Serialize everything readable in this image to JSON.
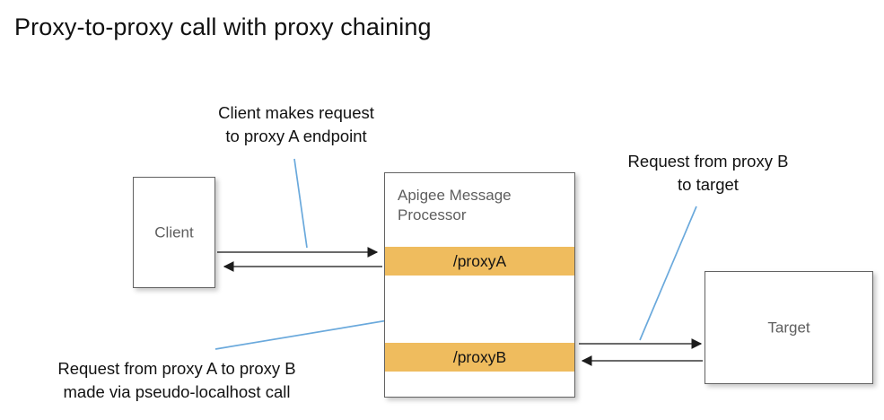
{
  "title": "Proxy-to-proxy call with proxy chaining",
  "nodes": {
    "client": {
      "label": "Client"
    },
    "target": {
      "label": "Target"
    },
    "message_processor": {
      "label": "Apigee Message\nProcessor",
      "bands": [
        {
          "label": "/proxyA"
        },
        {
          "label": "/proxyB"
        }
      ]
    }
  },
  "annotations": [
    {
      "id": "client-request",
      "text": "Client makes request\nto proxy A endpoint"
    },
    {
      "id": "proxyb-to-target",
      "text": "Request from proxy B\nto target"
    },
    {
      "id": "proxya-to-proxyb",
      "text": "Request from proxy A to proxy B\nmade via pseudo-localhost call"
    }
  ],
  "flows": [
    {
      "id": "client-to-proxya",
      "direction": "right"
    },
    {
      "id": "proxya-to-client",
      "direction": "left"
    },
    {
      "id": "proxya-to-proxyb-internal",
      "direction": "down"
    },
    {
      "id": "proxyb-to-proxya-internal",
      "direction": "up"
    },
    {
      "id": "proxyb-to-target",
      "direction": "right"
    },
    {
      "id": "target-to-proxyb",
      "direction": "left"
    }
  ],
  "colors": {
    "proxy_band": "#efbc5e",
    "box_border": "#636363",
    "node_label": "#5e5e5e",
    "leader_line": "#6aa9dc",
    "arrow": "#1c1c1c",
    "background": "#ffffff"
  }
}
